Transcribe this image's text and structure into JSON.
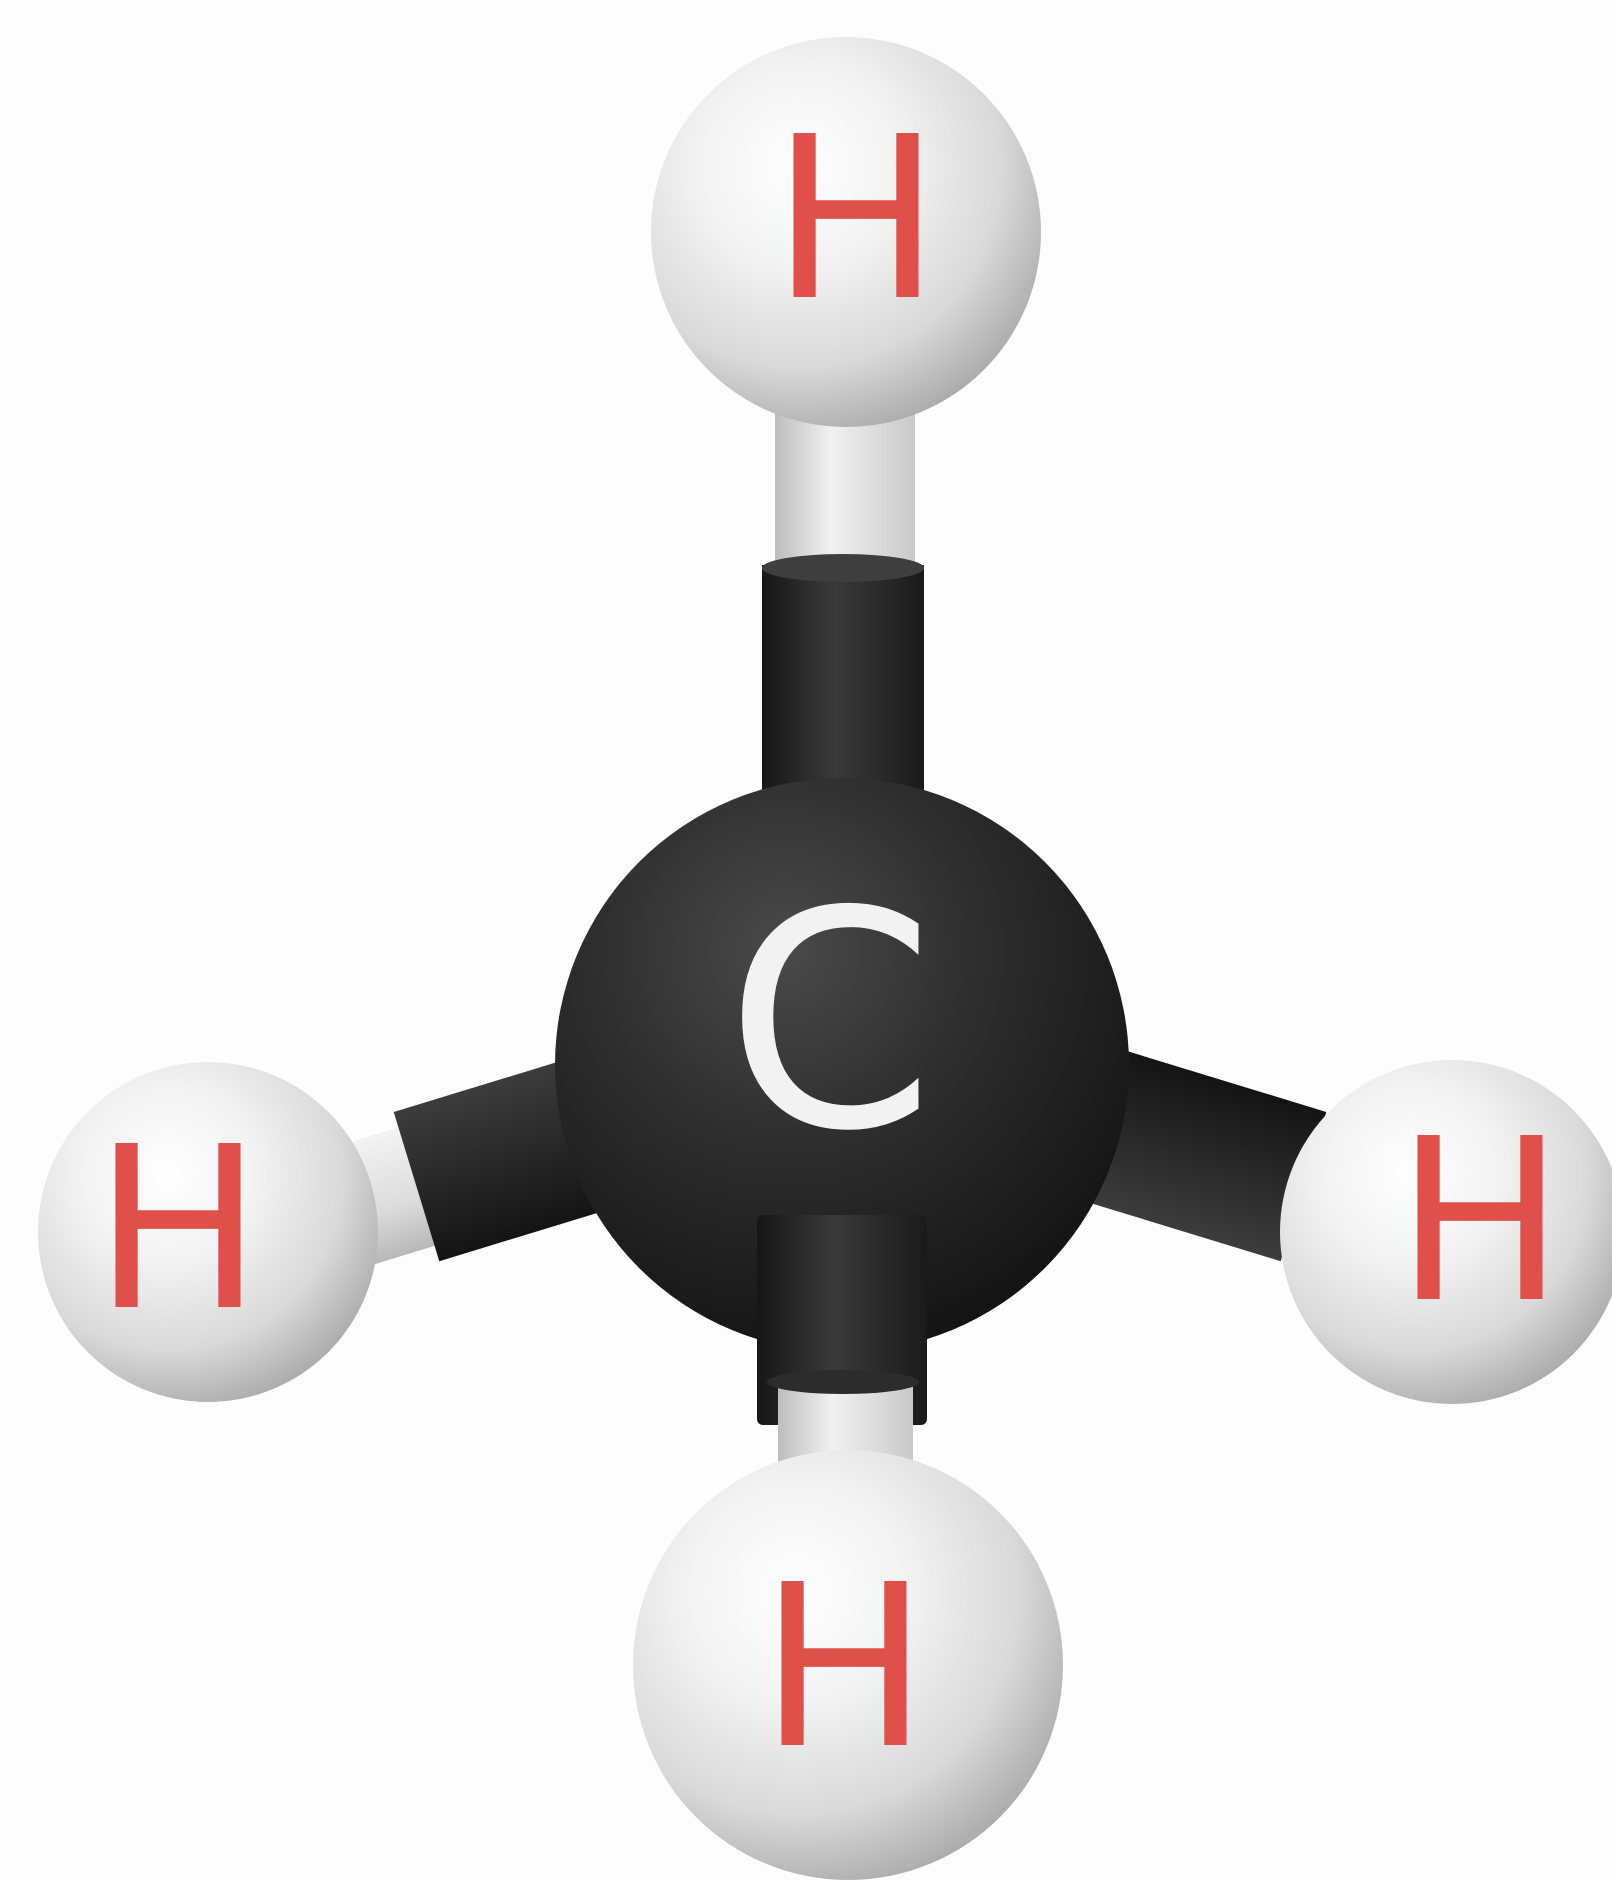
{
  "molecule": {
    "atoms": {
      "h_top": {
        "element": "H"
      },
      "h_left": {
        "element": "H"
      },
      "h_right": {
        "element": "H"
      },
      "h_bottom": {
        "element": "H"
      },
      "c_center": {
        "element": "C"
      }
    }
  },
  "colors": {
    "hydrogen_label": "#e0504a",
    "carbon_label": "#f2f2f2",
    "carbon_sphere": "#2d2d2d",
    "hydrogen_sphere": "#e6e6e6",
    "background": "#fdfdfd"
  }
}
